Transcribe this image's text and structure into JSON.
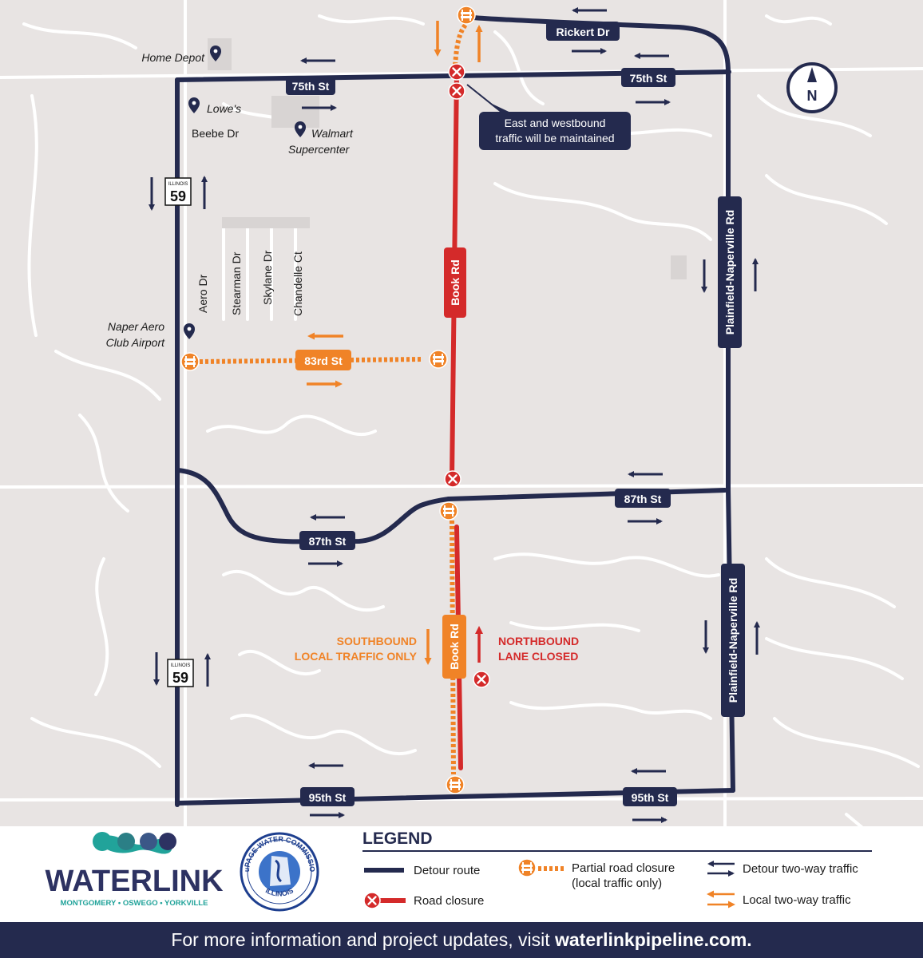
{
  "colors": {
    "navy": "#242a4e",
    "red": "#d42a2a",
    "orange": "#f08327",
    "map_bg": "#e8e4e3",
    "street": "#ffffff"
  },
  "north_label": "N",
  "road_labels": {
    "rickert": "Rickert Dr",
    "st75_west": "75th St",
    "st75_east": "75th St",
    "st83": "83rd St",
    "st87_west": "87th St",
    "st87_east": "87th St",
    "st95_west": "95th St",
    "st95_east": "95th St",
    "book_north": "Book Rd",
    "book_south": "Book Rd",
    "pn_north": "Plainfield-Naperville Rd",
    "pn_south": "Plainfield-Naperville Rd",
    "route59_top": "ILLINOIS",
    "route59_num": "59"
  },
  "street_labels": {
    "beebe": "Beebe Dr",
    "aero": "Aero Dr",
    "stearman": "Stearman Dr",
    "skylane": "Skylane Dr",
    "chandelle": "Chandelle Ct"
  },
  "places": {
    "home_depot": "Home Depot",
    "lowes": "Lowe's",
    "walmart_1": "Walmart",
    "walmart_2": "Supercenter",
    "airport_1": "Naper Aero",
    "airport_2": "Club Airport"
  },
  "callout": {
    "line1": "East and westbound",
    "line2": "traffic will be maintained"
  },
  "annotations": {
    "southbound_1": "SOUTHBOUND",
    "southbound_2": "LOCAL TRAFFIC ONLY",
    "northbound_1": "NORTHBOUND",
    "northbound_2": "LANE CLOSED"
  },
  "logos": {
    "waterlink_name": "WATERLINK",
    "waterlink_tagline": "MONTGOMERY • OSWEGO • YORKVILLE",
    "dupage_top": "DuPAGE WATER COMMISSION",
    "dupage_bottom": "ILLINOIS"
  },
  "legend": {
    "title": "LEGEND",
    "detour_route": "Detour route",
    "road_closure": "Road closure",
    "partial_1": "Partial road closure",
    "partial_2": "(local traffic only)",
    "detour_two_way": "Detour two-way traffic",
    "local_two_way": "Local two-way traffic"
  },
  "footer": {
    "prefix": "For more information and project updates, visit ",
    "link": "waterlinkpipeline.com."
  }
}
